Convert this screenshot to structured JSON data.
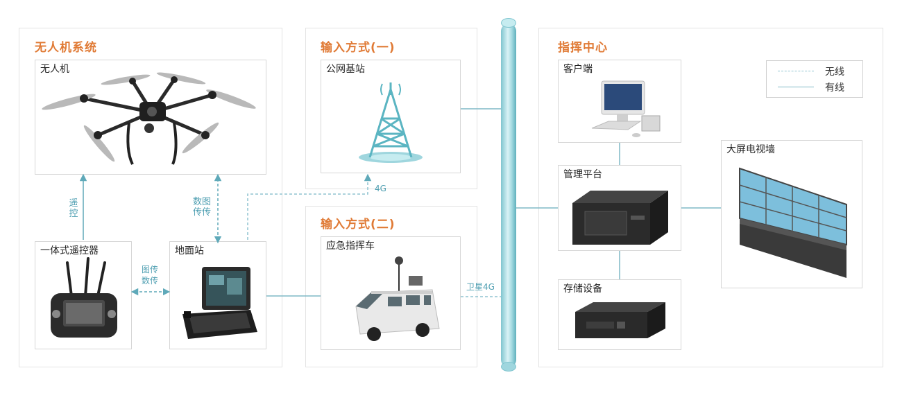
{
  "sections": {
    "uav_system": "无人机系统",
    "input_one": "输入方式(一)",
    "input_two": "输入方式(二)",
    "command_center": "指挥中心"
  },
  "boxes": {
    "drone": "无人机",
    "remote": "一体式遥控器",
    "ground": "地面站",
    "base_station": "公网基站",
    "command_vehicle": "应急指挥车",
    "client": "客户端",
    "platform": "管理平台",
    "storage": "存储设备",
    "video_wall": "大屏电视墙"
  },
  "edges": {
    "remote_control": "遥控",
    "image_data": "数图传传",
    "image_data_horizontal_top": "图传",
    "image_data_horizontal_bottom": "数传",
    "fourg": "4G",
    "satellite": "卫星4G"
  },
  "legend": {
    "wireless": "无线",
    "wired": "有线"
  },
  "colors": {
    "title": "#e07a35",
    "link": "#7fb8c6",
    "dashed": "#8fc4d0"
  }
}
